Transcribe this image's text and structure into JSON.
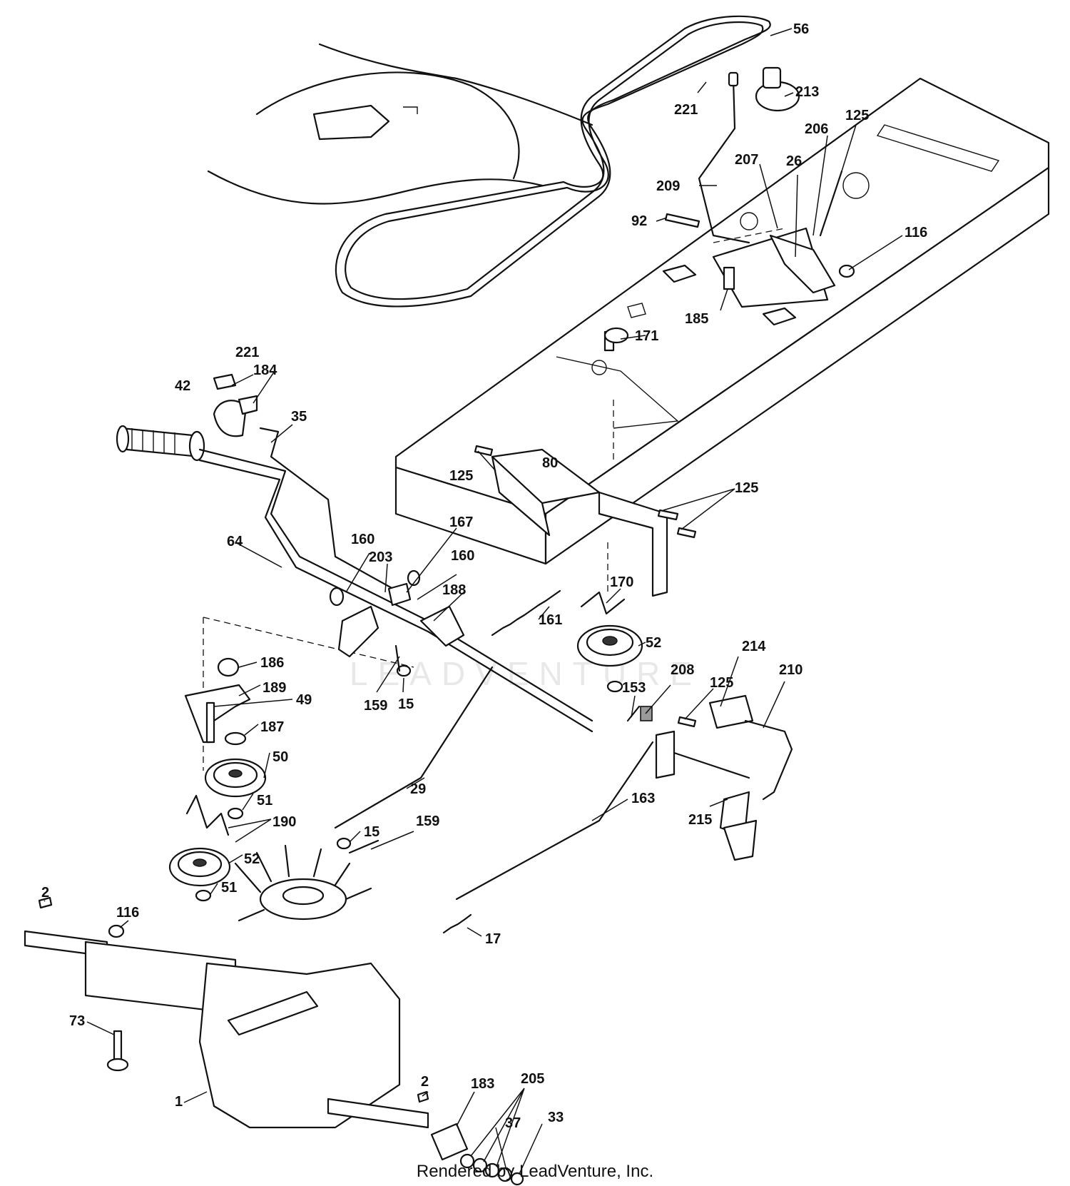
{
  "footer_text": "Rendered by LeadVenture, Inc.",
  "watermark_text": "LEADVENTURE",
  "callouts": [
    "56",
    "213",
    "221",
    "125",
    "206",
    "207",
    "26",
    "209",
    "92",
    "116",
    "185",
    "171",
    "221",
    "184",
    "42",
    "35",
    "125",
    "80",
    "125",
    "64",
    "160",
    "203",
    "167",
    "160",
    "188",
    "161",
    "170",
    "52",
    "186",
    "189",
    "49",
    "187",
    "50",
    "51",
    "190",
    "52",
    "51",
    "159",
    "15",
    "208",
    "153",
    "125",
    "214",
    "210",
    "29",
    "15",
    "159",
    "163",
    "215",
    "2",
    "116",
    "17",
    "73",
    "1",
    "2",
    "183",
    "205",
    "37",
    "33"
  ],
  "colors": {
    "line": "#111111",
    "background": "#ffffff",
    "watermark": "#e8e8e8"
  }
}
